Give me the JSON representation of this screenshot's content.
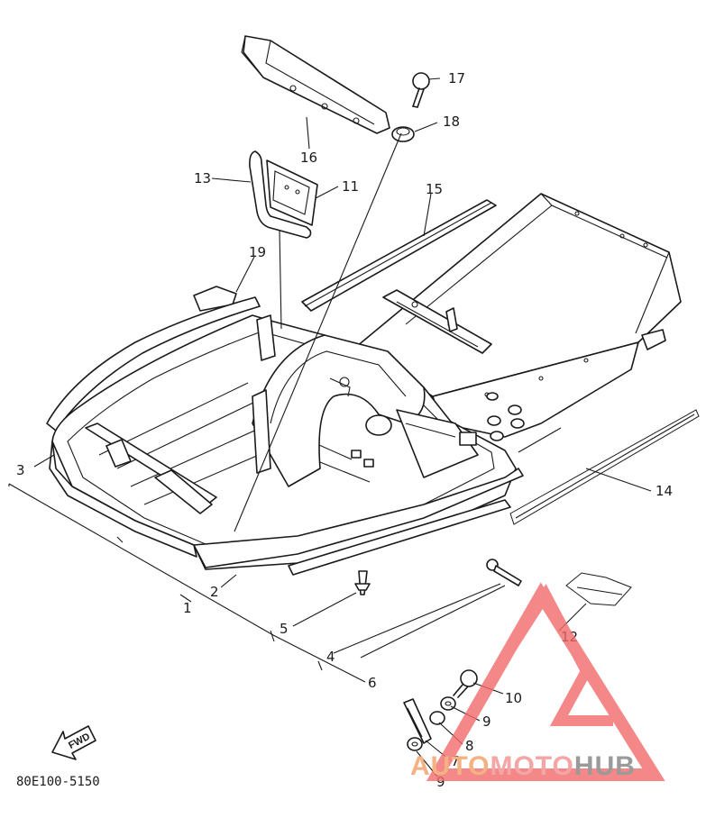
{
  "diagram": {
    "part_code": "80E100-5150",
    "fwd_label": "FWD",
    "callouts": [
      "1",
      "2",
      "3",
      "4",
      "5",
      "6",
      "7",
      "8",
      "9",
      "9",
      "10",
      "11",
      "12",
      "13",
      "14",
      "15",
      "16",
      "17",
      "18",
      "19"
    ]
  },
  "watermark": {
    "part_a": "AUTO",
    "part_b": "MOTO",
    "part_c": "HUB",
    "colors": {
      "auto": "#f4b183",
      "moto": "#f4a6a6",
      "hub": "#9a9a9a",
      "triangle": "#f26b6b"
    }
  }
}
